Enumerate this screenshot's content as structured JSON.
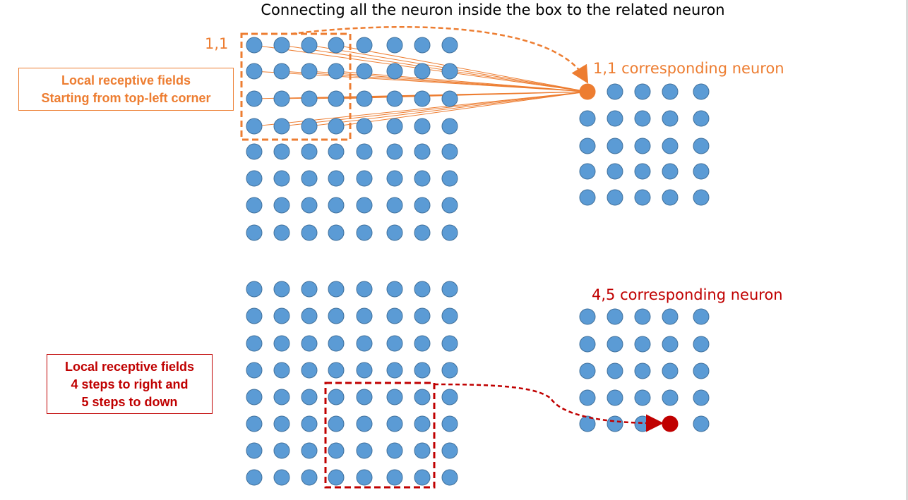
{
  "title": "Connecting all the neuron inside the box to the related neuron",
  "colors": {
    "neuron": "#5b9bd5",
    "neuron_stroke": "#41719c",
    "orange": "#ed7d31",
    "red": "#c00000"
  },
  "top_panel": {
    "coordinate_label": "1,1",
    "note": [
      "Local receptive fields",
      "Starting from top-left corner"
    ],
    "output_label": "1,1 corresponding neuron"
  },
  "bottom_panel": {
    "note": [
      "Local receptive fields",
      "4 steps to right and",
      "5 steps to down"
    ],
    "output_label": "4,5 corresponding neuron"
  }
}
